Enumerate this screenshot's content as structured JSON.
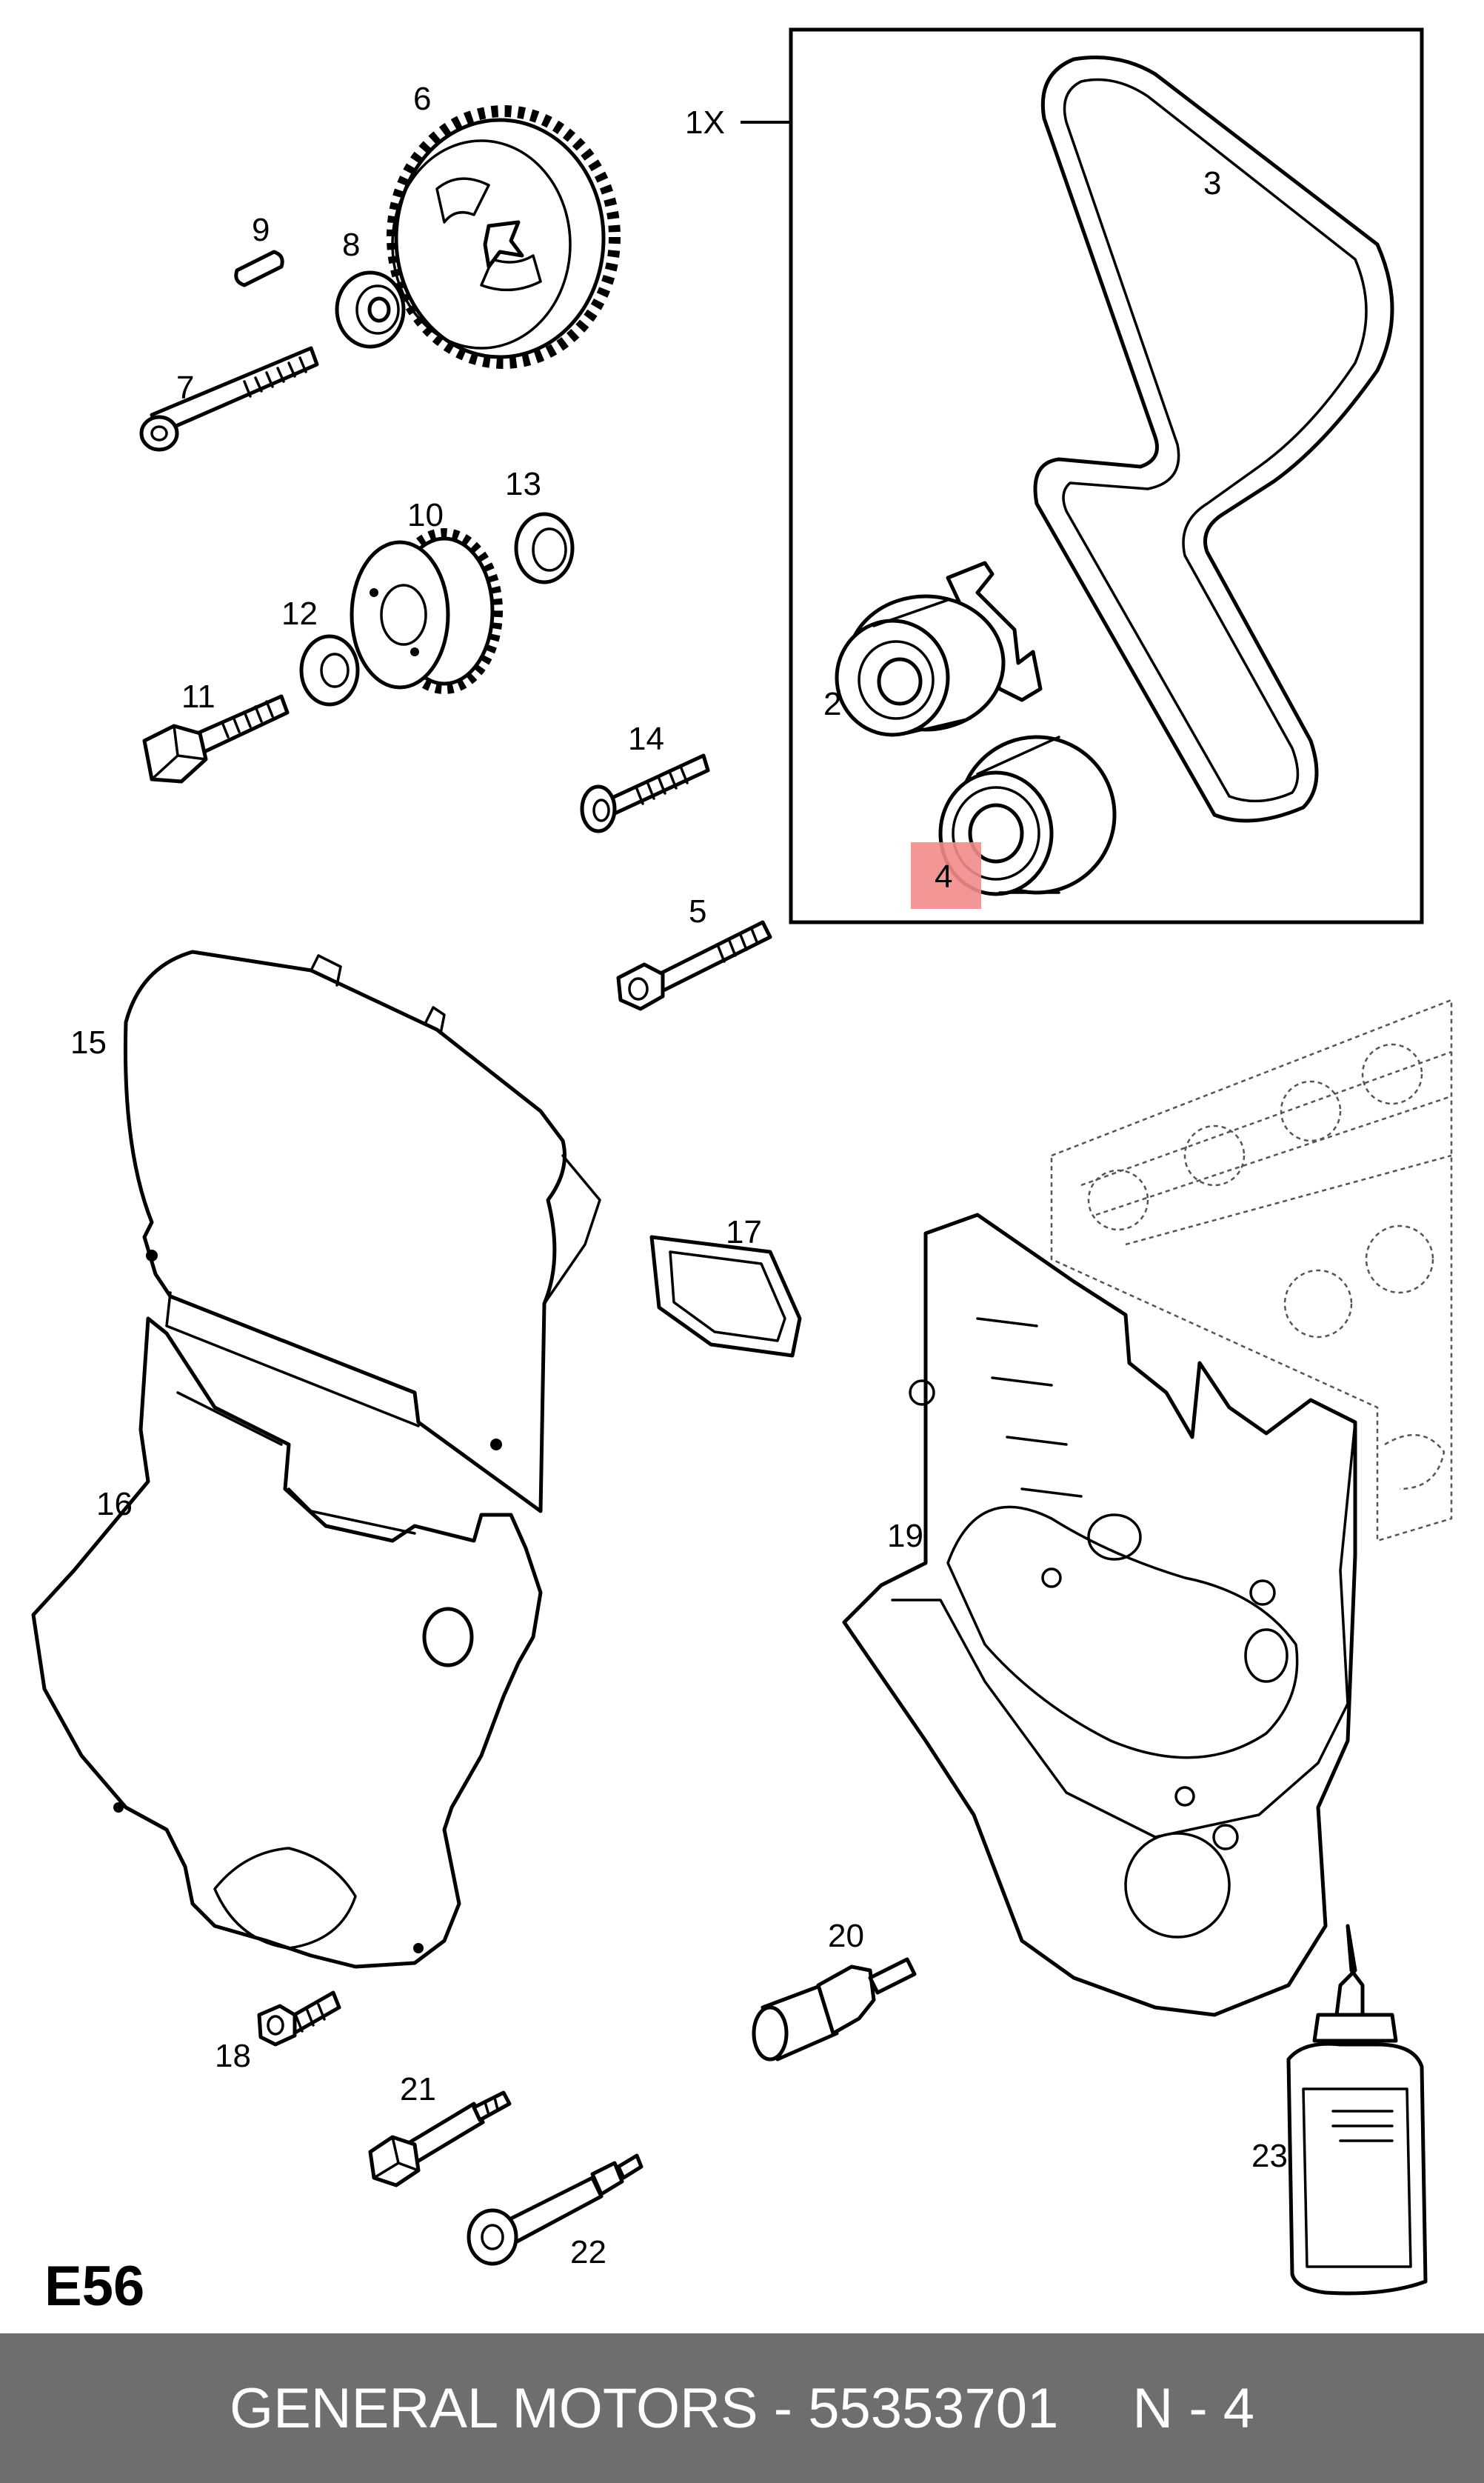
{
  "diagram": {
    "code": "E56",
    "kit_label": "1X",
    "highlight_color": "#f28b8b",
    "highlighted_part": "4",
    "callouts": {
      "p1x": "1X",
      "p2": "2",
      "p3": "3",
      "p4": "4",
      "p5": "5",
      "p6": "6",
      "p7": "7",
      "p8": "8",
      "p9": "9",
      "p10": "10",
      "p11": "11",
      "p12": "12",
      "p13": "13",
      "p14": "14",
      "p15": "15",
      "p16": "16",
      "p17": "17",
      "p18": "18",
      "p19": "19",
      "p20": "20",
      "p21": "21",
      "p22": "22",
      "p23": "23"
    }
  },
  "footer": {
    "manufacturer": "GENERAL MOTORS",
    "separator": "-",
    "part_number": "55353701",
    "position": "N - 4",
    "background": "#6e6e6e"
  }
}
